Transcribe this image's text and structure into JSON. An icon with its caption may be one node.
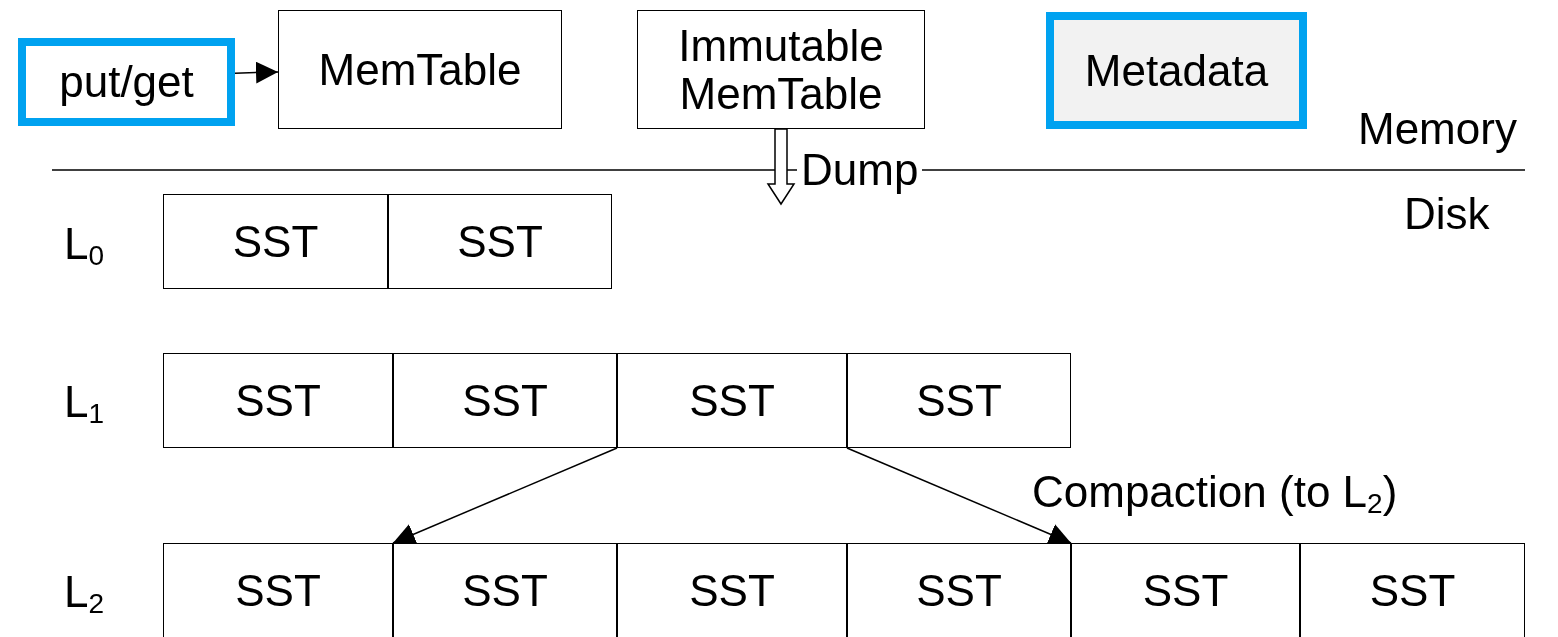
{
  "diagram": {
    "nodes": [
      {
        "text": [
          "put/get"
        ]
      },
      {
        "text": [
          "MemTable"
        ]
      },
      {
        "text": [
          "Immutable MemTable"
        ]
      },
      {
        "text": [
          "Metadata"
        ]
      },
      {
        "text": [
          "SST"
        ]
      },
      {
        "text": [
          "SST"
        ]
      },
      {
        "text": [
          "SST"
        ]
      },
      {
        "text": [
          "SST"
        ]
      },
      {
        "text": [
          "SST"
        ]
      },
      {
        "text": [
          "SST"
        ]
      },
      {
        "text": [
          "SST"
        ]
      },
      {
        "text": [
          "SST"
        ]
      },
      {
        "text": [
          "SST"
        ]
      },
      {
        "text": [
          "SST"
        ]
      },
      {
        "text": [
          "SST"
        ]
      },
      {
        "text": [
          "SST"
        ]
      }
    ],
    "edges": [
      {
        "from": 0,
        "to": 1,
        "arrow": "to"
      },
      {
        "from": 2,
        "to": null,
        "arrow": "to",
        "label": "Dump",
        "style": "thick"
      },
      {
        "from": 8,
        "to": 11,
        "arrow": "to"
      },
      {
        "from": 8,
        "to": 13,
        "arrow": "to"
      }
    ],
    "labels": [
      "Memory",
      "Disk",
      "L$_{0}$",
      "L$_{1}$",
      "L$_{2}$",
      "Compaction (to L$_{2}$)"
    ]
  }
}
